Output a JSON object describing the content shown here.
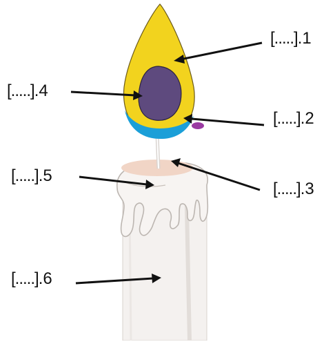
{
  "diagram": {
    "labels": [
      {
        "id": "label-1",
        "blank": "[.....]",
        "number": ".1"
      },
      {
        "id": "label-2",
        "blank": "[.....]",
        "number": ".2"
      },
      {
        "id": "label-3",
        "blank": "[.....]",
        "number": ".3"
      },
      {
        "id": "label-4",
        "blank": "[.....]",
        "number": ".4"
      },
      {
        "id": "label-5",
        "blank": "[.....]",
        "number": ".5"
      },
      {
        "id": "label-6",
        "blank": "[.....]",
        "number": ".6"
      }
    ]
  },
  "colors": {
    "outer_flame": "#f2d31e",
    "inner_flame": "#5e4a7e",
    "flame_base": "#1b9fd8",
    "candle_body": "#f4f1ef",
    "wax_pool": "#f1d5c6",
    "arrow": "#111111"
  }
}
